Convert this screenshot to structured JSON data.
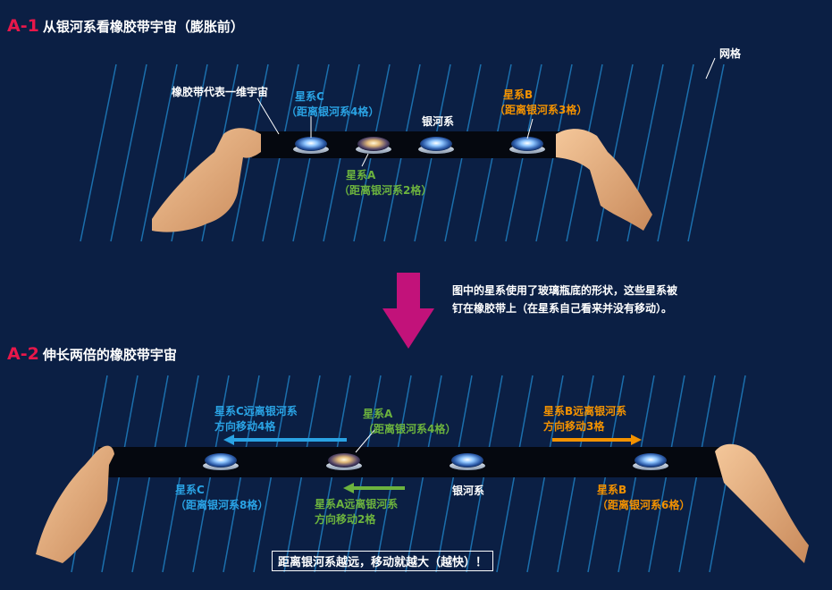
{
  "panel_a1": {
    "tag": "A-1",
    "title": "从银河系看橡胶带宇宙（膨胀前）",
    "label_grid": "网格",
    "label_band": "橡胶带代表一维宇宙",
    "galaxy_c": {
      "name": "星系C",
      "distance": "（距离银河系4格）"
    },
    "galaxy_a": {
      "name": "星系A",
      "distance": "（距离银河系2格）"
    },
    "milky_way": "银河系",
    "galaxy_b": {
      "name": "星系B",
      "distance": "（距离银河系3格）"
    }
  },
  "transition_note": {
    "line1": "图中的星系使用了玻璃瓶底的形状，这些星系被",
    "line2": "钉在橡胶带上（在星系自己看来并没有移动）。"
  },
  "panel_a2": {
    "tag": "A-2",
    "title": "伸长两倍的橡胶带宇宙",
    "galaxy_c_move": {
      "line1": "星系C远离银河系",
      "line2": "方向移动4格"
    },
    "galaxy_a_pos": {
      "name": "星系A",
      "distance": "（距离银河系4格）"
    },
    "galaxy_b_move": {
      "line1": "星系B远离银河系",
      "line2": "方向移动3格"
    },
    "galaxy_c_pos": {
      "name": "星系C",
      "distance": "（距离银河系8格）"
    },
    "galaxy_a_move": {
      "line1": "星系A远离银河系",
      "line2": "方向移动2格"
    },
    "milky_way": "银河系",
    "galaxy_b_pos": {
      "name": "星系B",
      "distance": "（距离银河系6格）"
    },
    "conclusion": "距离银河系越远，移动就越大（越快）！"
  },
  "colors": {
    "background": "#0b1f44",
    "grid": "#1f7ec0",
    "galaxy_c": "#2aa3e4",
    "galaxy_a": "#6cb33e",
    "galaxy_b": "#f39200",
    "accent": "#e8174a",
    "big_arrow": "#c2127a"
  }
}
